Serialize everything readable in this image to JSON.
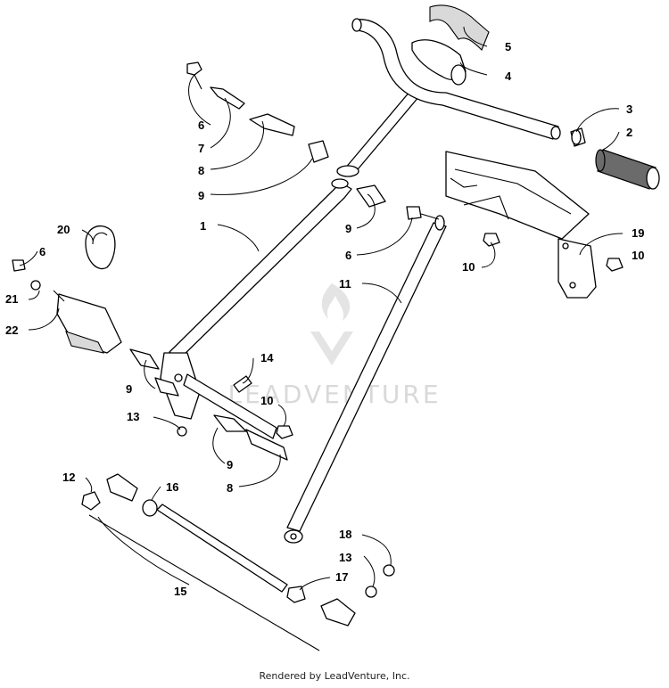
{
  "watermark": {
    "brand": "LEADVENTURE"
  },
  "callouts": [
    {
      "id": "c1",
      "label": "1"
    },
    {
      "id": "c2",
      "label": "2"
    },
    {
      "id": "c3",
      "label": "3"
    },
    {
      "id": "c4",
      "label": "4"
    },
    {
      "id": "c5",
      "label": "5"
    },
    {
      "id": "c6a",
      "label": "6"
    },
    {
      "id": "c6b",
      "label": "6"
    },
    {
      "id": "c6c",
      "label": "6"
    },
    {
      "id": "c7",
      "label": "7"
    },
    {
      "id": "c8a",
      "label": "8"
    },
    {
      "id": "c8b",
      "label": "8"
    },
    {
      "id": "c9a",
      "label": "9"
    },
    {
      "id": "c9b",
      "label": "9"
    },
    {
      "id": "c9c",
      "label": "9"
    },
    {
      "id": "c9d",
      "label": "9"
    },
    {
      "id": "c10a",
      "label": "10"
    },
    {
      "id": "c10b",
      "label": "10"
    },
    {
      "id": "c10c",
      "label": "10"
    },
    {
      "id": "c11",
      "label": "11"
    },
    {
      "id": "c12",
      "label": "12"
    },
    {
      "id": "c13a",
      "label": "13"
    },
    {
      "id": "c13b",
      "label": "13"
    },
    {
      "id": "c14",
      "label": "14"
    },
    {
      "id": "c15",
      "label": "15"
    },
    {
      "id": "c16",
      "label": "16"
    },
    {
      "id": "c17",
      "label": "17"
    },
    {
      "id": "c18",
      "label": "18"
    },
    {
      "id": "c19",
      "label": "19"
    },
    {
      "id": "c20",
      "label": "20"
    },
    {
      "id": "c21",
      "label": "21"
    },
    {
      "id": "c22",
      "label": "22"
    }
  ],
  "footer": {
    "text": "Rendered by LeadVenture, Inc."
  }
}
